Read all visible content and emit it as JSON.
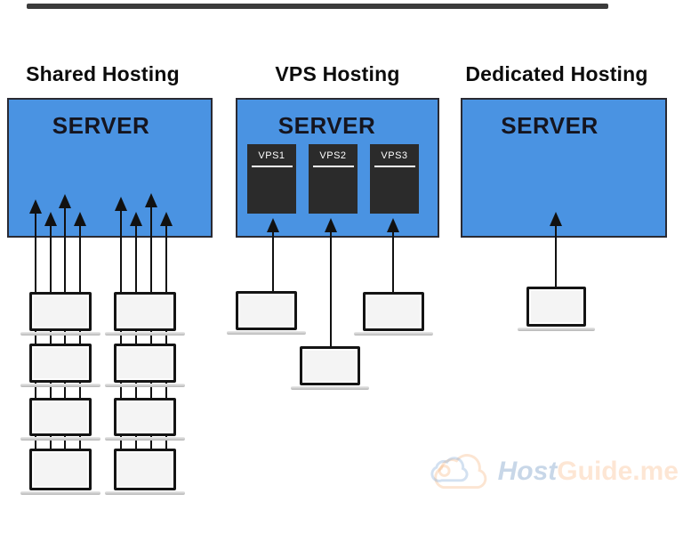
{
  "sections": [
    {
      "id": "shared",
      "title": "Shared Hosting",
      "server_label": "SERVER"
    },
    {
      "id": "vps",
      "title": "VPS Hosting",
      "server_label": "SERVER",
      "vps_boxes": [
        {
          "label": "VPS1"
        },
        {
          "label": "VPS2"
        },
        {
          "label": "VPS3"
        }
      ]
    },
    {
      "id": "dedicated",
      "title": "Dedicated Hosting",
      "server_label": "SERVER"
    }
  ],
  "watermark": {
    "host": "Host",
    "guide": "Guide",
    "tld": ".me",
    "icon": "cloud-icon"
  },
  "colors": {
    "server_box_blue": "#4a93e2",
    "server_box_border": "#2a2a33",
    "vps_box_dark": "#2b2b2b",
    "arrow_black": "#111111",
    "laptop_screen_gray": "#f4f4f4",
    "laptop_border_black": "#141414",
    "top_line_gray": "#3b3b3b",
    "watermark_blue": "rgba(110,150,195,0.38)",
    "watermark_orange": "rgba(246,160,90,0.26)"
  }
}
